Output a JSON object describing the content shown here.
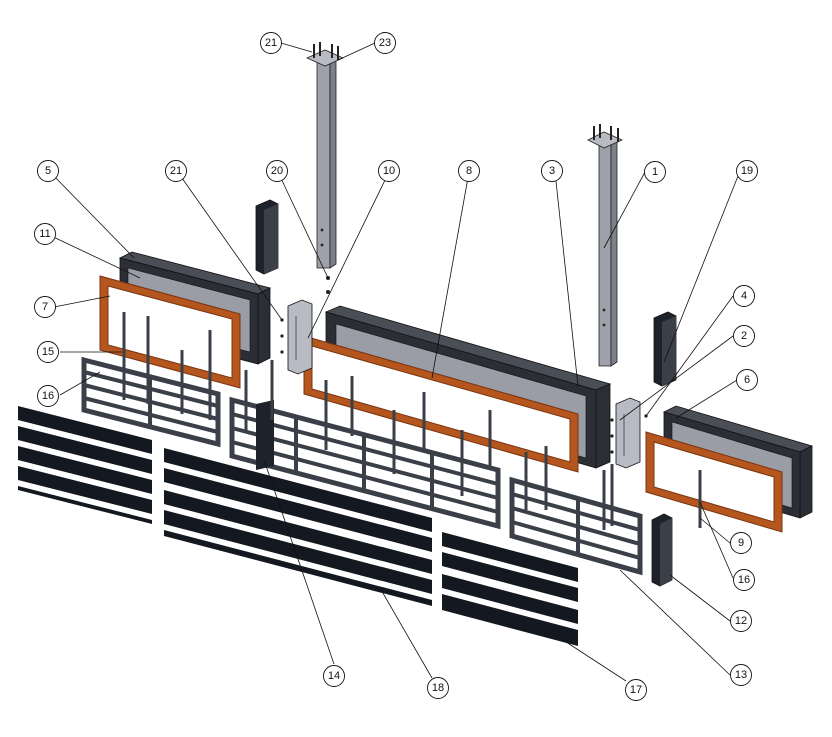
{
  "colors": {
    "background": "#ffffff",
    "frame_dark": "#2b2e35",
    "frame_mid": "#4a4e57",
    "panel_glass": "#9a9ca6",
    "panel_glass_dark": "#7f828c",
    "post_face": "#9ea0aa",
    "post_side": "#7d808a",
    "trim_orange": "#b4561d",
    "trim_orange_dark": "#7a3410",
    "slat_black": "#141820",
    "grid_steel": "#3a3f48",
    "bracket": "#b9bbc4",
    "leader_line": "#111111"
  },
  "callouts": [
    {
      "id": "c21a",
      "number": "21"
    },
    {
      "id": "c23",
      "number": "23"
    },
    {
      "id": "c1",
      "number": "1"
    },
    {
      "id": "c19",
      "number": "19"
    },
    {
      "id": "c5",
      "number": "5"
    },
    {
      "id": "c21b",
      "number": "21"
    },
    {
      "id": "c20",
      "number": "20"
    },
    {
      "id": "c10",
      "number": "10"
    },
    {
      "id": "c8",
      "number": "8"
    },
    {
      "id": "c3",
      "number": "3"
    },
    {
      "id": "c11",
      "number": "11"
    },
    {
      "id": "c7",
      "number": "7"
    },
    {
      "id": "c4",
      "number": "4"
    },
    {
      "id": "c2",
      "number": "2"
    },
    {
      "id": "c6",
      "number": "6"
    },
    {
      "id": "c15",
      "number": "15"
    },
    {
      "id": "c16a",
      "number": "16"
    },
    {
      "id": "c9",
      "number": "9"
    },
    {
      "id": "c16b",
      "number": "16"
    },
    {
      "id": "c12",
      "number": "12"
    },
    {
      "id": "c13",
      "number": "13"
    },
    {
      "id": "c14",
      "number": "14"
    },
    {
      "id": "c18",
      "number": "18"
    },
    {
      "id": "c17",
      "number": "17"
    }
  ]
}
